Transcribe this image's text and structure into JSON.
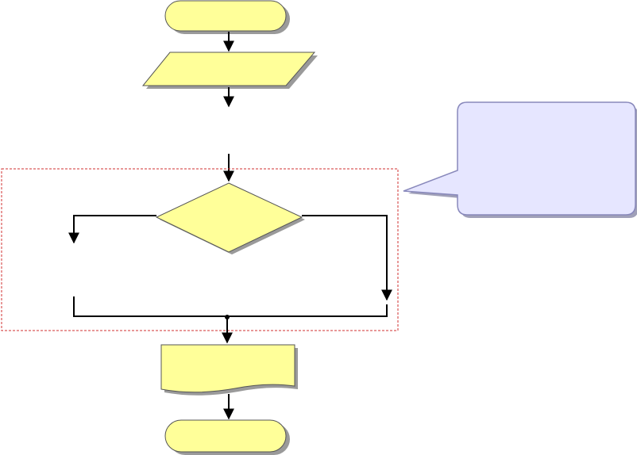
{
  "diagram": {
    "type": "flowchart",
    "colors": {
      "shape_fill": "#ffff99",
      "shape_stroke": "#555555",
      "shadow": "#9a9a9a",
      "line": "#000000",
      "highlight_border": "#d03030",
      "callout_fill": "#e6e6ff",
      "callout_stroke": "#8888bb"
    },
    "nodes": [
      {
        "id": "start",
        "shape": "terminator",
        "text": ""
      },
      {
        "id": "input",
        "shape": "parallelogram",
        "text": ""
      },
      {
        "id": "decision",
        "shape": "diamond",
        "text": ""
      },
      {
        "id": "output",
        "shape": "document",
        "text": ""
      },
      {
        "id": "end",
        "shape": "terminator",
        "text": ""
      }
    ],
    "callout": {
      "text": "",
      "shape": "rounded-rect-speech-bubble"
    },
    "highlight_region": {
      "style": "dashed",
      "encloses": "decision"
    }
  }
}
